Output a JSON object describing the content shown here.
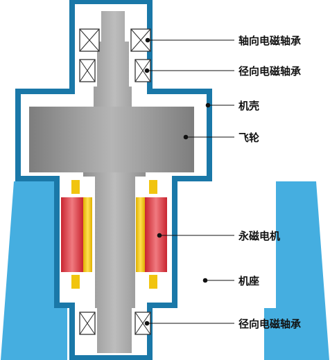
{
  "labels": {
    "axial_bearing": "轴向电磁轴承",
    "radial_bearing_top": "径向电磁轴承",
    "housing": "机壳",
    "flywheel": "飞轮",
    "pm_motor": "永磁电机",
    "base": "机座",
    "radial_bearing_bottom": "径向电磁轴承"
  },
  "colors": {
    "housing": "#1a78a8",
    "base": "#45aee0",
    "shaft": "#a4a4a4",
    "magnet_red": "#e23b45",
    "magnet_yellow": "#f1c40f",
    "leader": "#111111"
  }
}
